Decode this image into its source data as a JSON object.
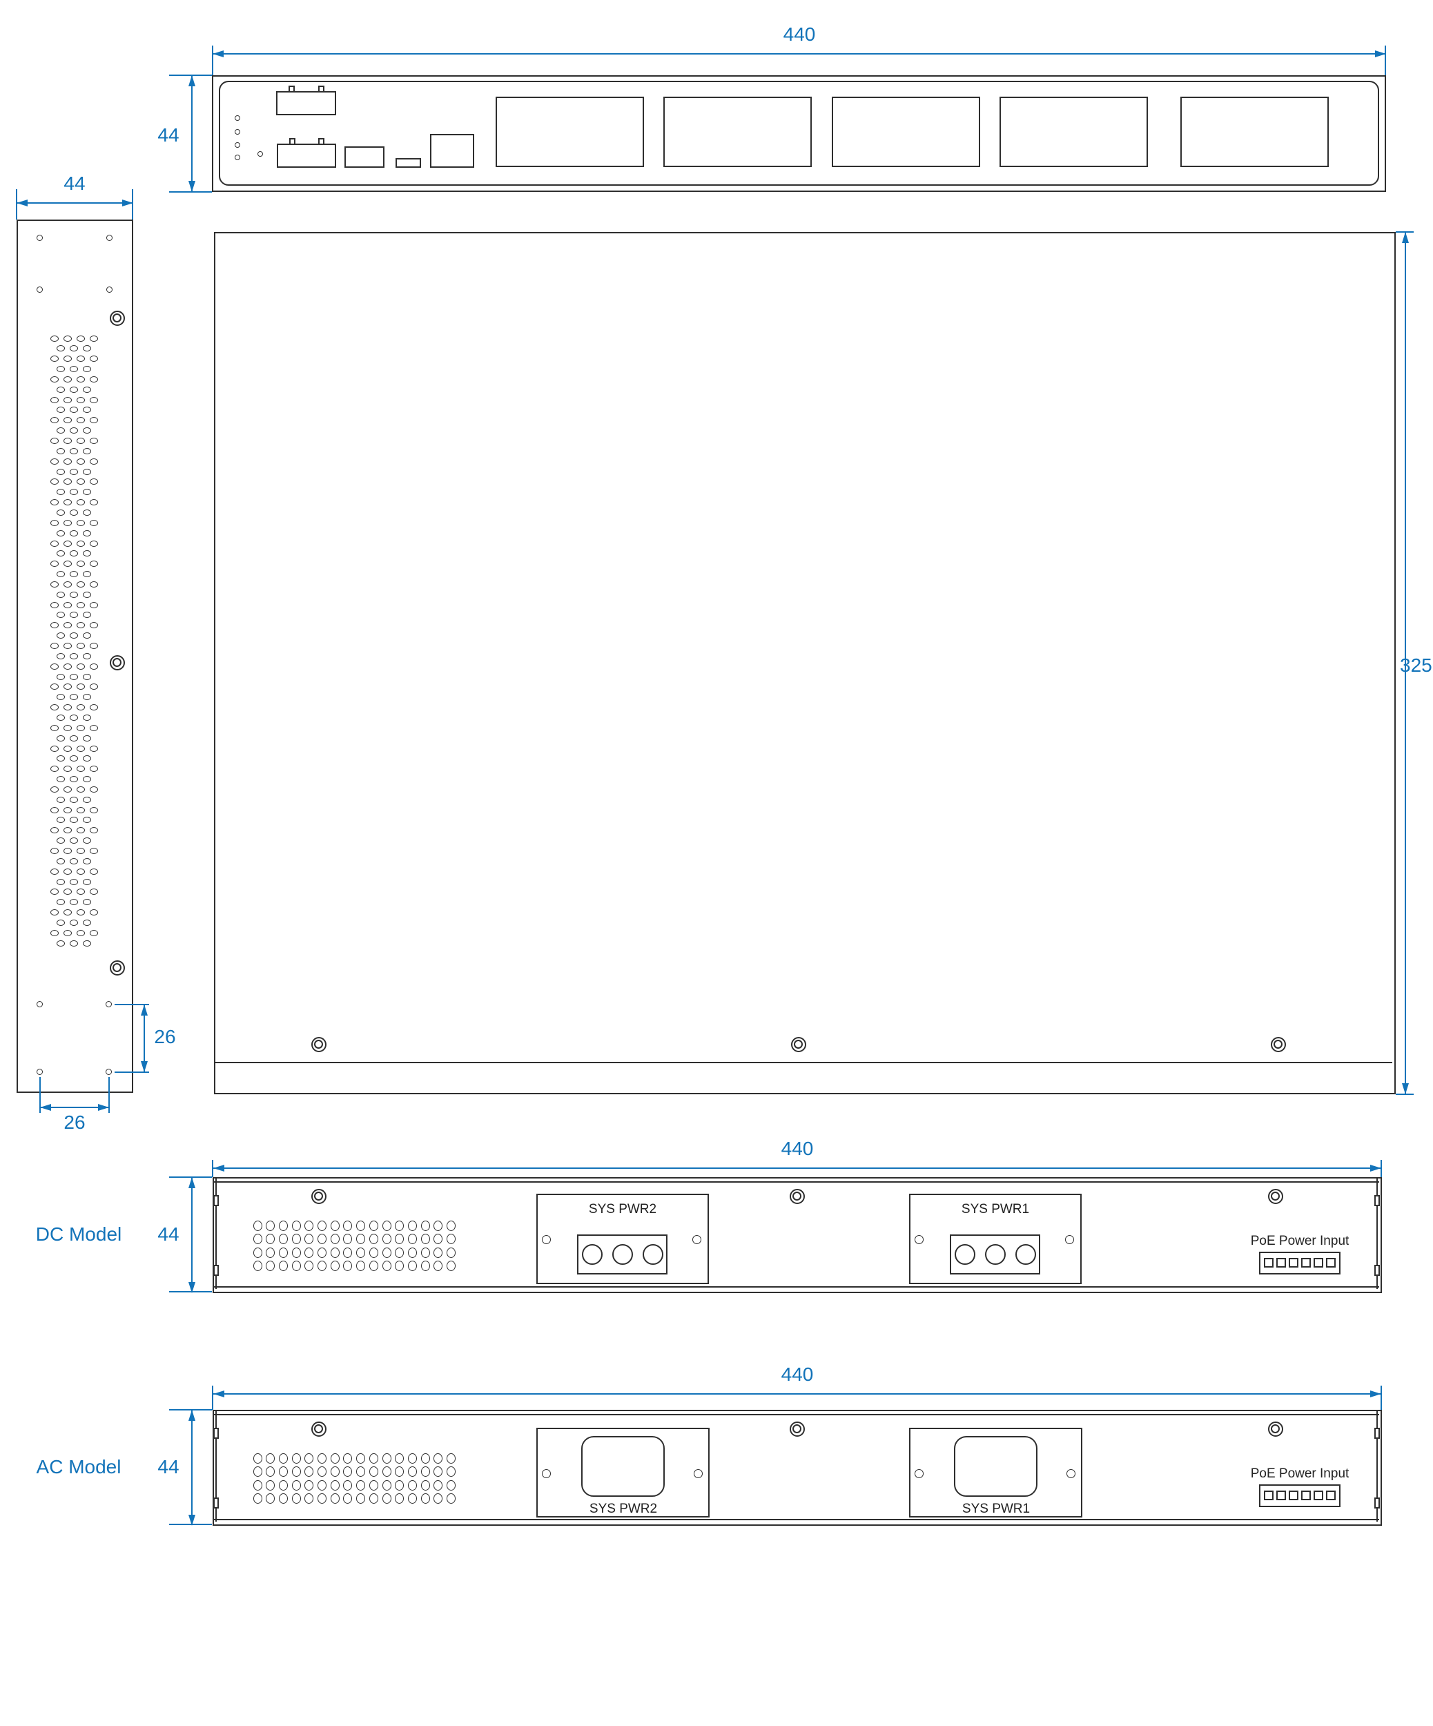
{
  "colors": {
    "dimension_blue": "#1273b9",
    "line_black": "#2e2e2e",
    "background": "#ffffff"
  },
  "dimensions": {
    "front_width": "440",
    "front_height": "44",
    "side_width": "44",
    "top_depth": "325",
    "side_hole_spacing_vertical": "26",
    "side_hole_spacing_horizontal": "26",
    "dc_rear_width": "440",
    "dc_rear_height": "44",
    "ac_rear_width": "440",
    "ac_rear_height": "44"
  },
  "labels": {
    "dc_model": "DC Model",
    "ac_model": "AC Model",
    "sys_pwr1": "SYS PWR1",
    "sys_pwr2": "SYS PWR2",
    "poe_power_input": "PoE Power Input"
  }
}
